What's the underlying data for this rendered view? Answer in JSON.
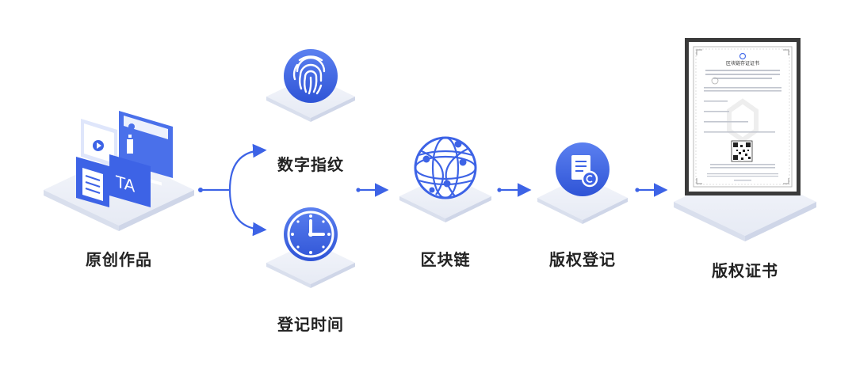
{
  "nodes": {
    "original_work": {
      "label": "原创作品",
      "icon": "document-image-icon"
    },
    "digital_fingerprint": {
      "label": "数字指纹",
      "icon": "fingerprint-icon"
    },
    "registration_time": {
      "label": "登记时间",
      "icon": "clock-icon"
    },
    "blockchain": {
      "label": "区块链",
      "icon": "globe-network-icon"
    },
    "copyright_registration": {
      "label": "版权登记",
      "icon": "copyright-document-icon"
    },
    "copyright_certificate": {
      "label": "版权证书",
      "icon": "certificate-icon"
    }
  },
  "certificate": {
    "title": "区块链存证证书"
  },
  "colors": {
    "primary": "#3d63e6",
    "primary_light": "#6b8cf2",
    "platform_top": "#eef1f8",
    "platform_side": "#dde3f0",
    "text": "#222222"
  }
}
